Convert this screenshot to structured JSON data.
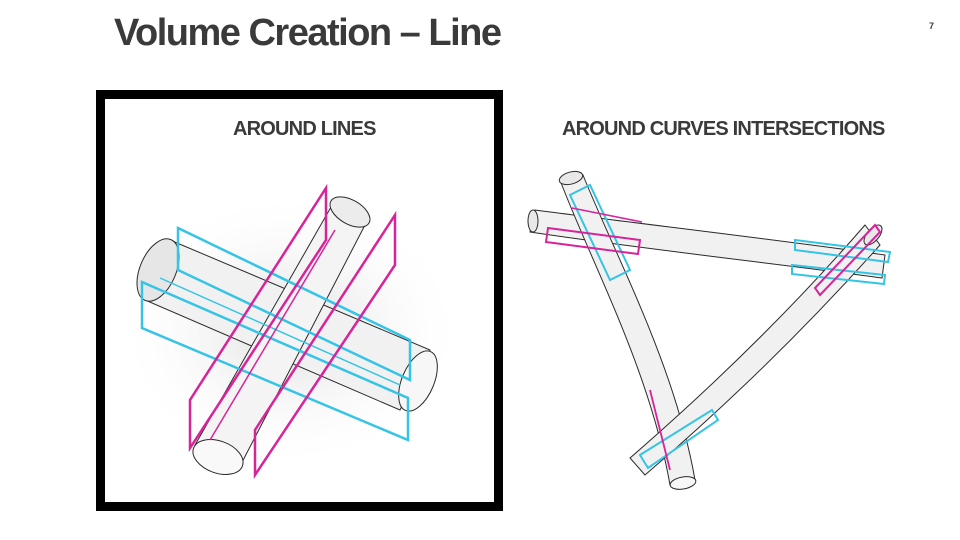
{
  "slide": {
    "title": "Volume Creation – Line",
    "page_number": "7"
  },
  "panels": {
    "left": {
      "label": "AROUND LINES"
    },
    "right": {
      "label": "AROUND CURVES INTERSECTIONS"
    }
  },
  "colors": {
    "magenta": "#d6249a",
    "cyan": "#35c4e6",
    "tube_fill": "#f1f1f1",
    "outline": "#2a2a2a",
    "frame": "#000000",
    "text": "#3a3a3a"
  }
}
